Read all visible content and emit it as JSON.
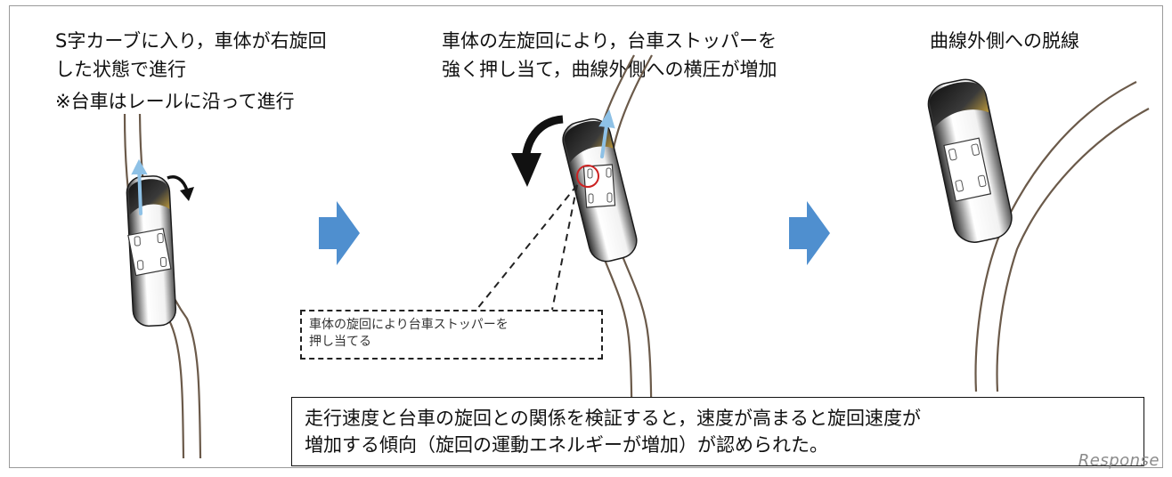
{
  "panels": [
    {
      "caption_lines": [
        "S字カーブに入り，車体が右旋回",
        "した状態で進行",
        "※台車はレールに沿って進行"
      ]
    },
    {
      "caption_lines": [
        "車体の左旋回により，台車ストッパーを",
        "強く押し当て，曲線外側への横圧が増加"
      ]
    },
    {
      "caption_lines": [
        "曲線外側への脱線"
      ]
    }
  ],
  "callout": {
    "lines": [
      "車体の旋回により台車ストッパーを",
      "押し当てる"
    ]
  },
  "conclusion": {
    "lines": [
      "走行速度と台車の旋回との関係を検証すると，速度が高まると旋回速度が",
      "増加する傾向（旋回の運動エネルギーが増加）が認められた。"
    ]
  },
  "watermark": "Response",
  "colors": {
    "rail": "#6b5a4a",
    "flow_arrow": "#4f8fcf",
    "direction_arrow": "#8ec1e6",
    "highlight_circle": "#cc2222",
    "border": "#111111"
  }
}
